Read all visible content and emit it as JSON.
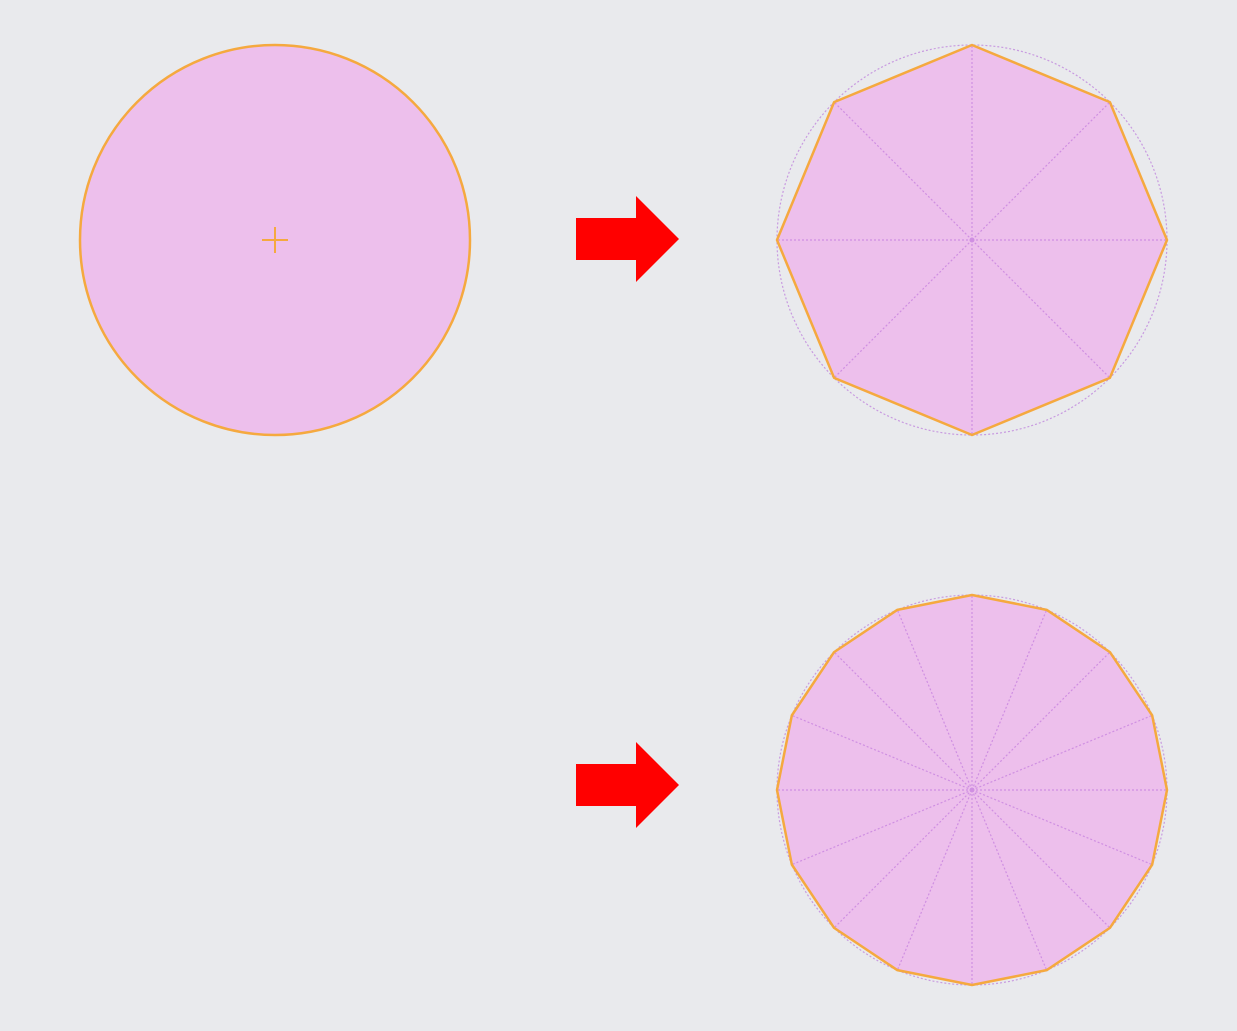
{
  "colors": {
    "background": "#e9eaed",
    "fill": "#edbfec",
    "outline": "#f5a93f",
    "guide": "#c89ae0",
    "spoke": "#cf8fe2",
    "arrow": "#ff0000"
  },
  "diagram": {
    "source_shape": {
      "type": "circle",
      "center_marker": "plus"
    },
    "approximations": [
      {
        "shape": "polygon",
        "sides": 8
      },
      {
        "shape": "polygon",
        "sides": 16
      }
    ],
    "arrows": [
      {
        "direction": "right",
        "icon": "arrow-right-icon"
      },
      {
        "direction": "right",
        "icon": "arrow-right-icon"
      }
    ]
  }
}
